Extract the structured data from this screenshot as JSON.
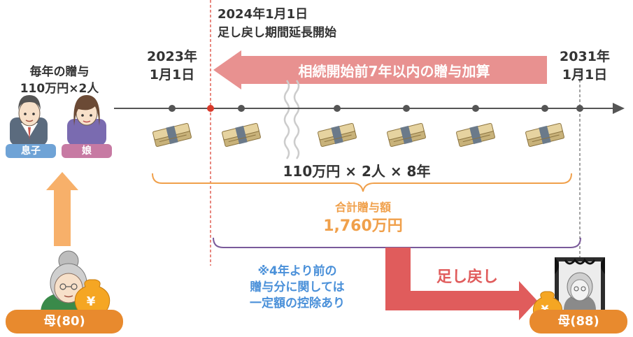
{
  "event_2024": {
    "date": "2024年1月1日",
    "caption": "足し戻し期間延長開始"
  },
  "date_2023": {
    "year": "2023年",
    "day": "1月1日"
  },
  "date_2031": {
    "year": "2031年",
    "day": "1月1日"
  },
  "lookback_banner": "相続開始前7年以内の贈与加算",
  "annual_gift": {
    "line1": "毎年の贈与",
    "line2": "110万円×2人"
  },
  "recipients": {
    "son": "息子",
    "daughter": "娘"
  },
  "gift_formula": "110万円 × 2人 × 8年",
  "total": {
    "label": "合計贈与額",
    "amount": "1,760万円"
  },
  "deduction_note": {
    "line1": "※4年より前の",
    "line2": "贈与分に関しては",
    "line3": "一定額の控除あり"
  },
  "addback_label": "足し戻し",
  "mother_start": "母(80)",
  "mother_end": "母(88)",
  "yen_symbol": "¥",
  "colors": {
    "banner": "#e89190",
    "addback_arrow": "#e05c5c",
    "orange": "#f0a04b",
    "mother_label": "#e88a2e",
    "son_pill": "#6fa3d6",
    "daughter_pill": "#c77aa3",
    "note_blue": "#4a90d9",
    "red_dot": "#d93a2b",
    "timeline": "#555555"
  }
}
